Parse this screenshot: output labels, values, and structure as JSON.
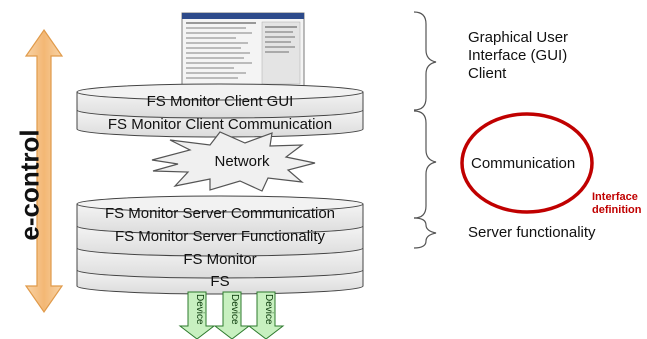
{
  "vertical_title": "e-control",
  "layers": {
    "client_gui": "FS Monitor Client GUI",
    "client_comm": "FS Monitor Client Communication",
    "network": "Network",
    "server_comm": "FS Monitor Server Communication",
    "server_func": "FS Monitor Server Functionality",
    "fs_monitor": "FS Monitor",
    "fs": "FS"
  },
  "right_labels": {
    "gui": [
      "Graphical User",
      "Interface (GUI)",
      "Client"
    ],
    "communication": "Communication",
    "server": "Server functionality",
    "interface_def": [
      "Interface",
      "definition"
    ]
  },
  "devices": [
    "Device",
    "Device",
    "Device"
  ],
  "colors": {
    "arrow_fill": "#f5c48a",
    "arrow_stroke": "#e09a4a",
    "disk_fill": "#e8e8e8",
    "circle": "#c00000",
    "device_fill": "#c8f0c0",
    "device_stroke": "#2d7a2d"
  }
}
